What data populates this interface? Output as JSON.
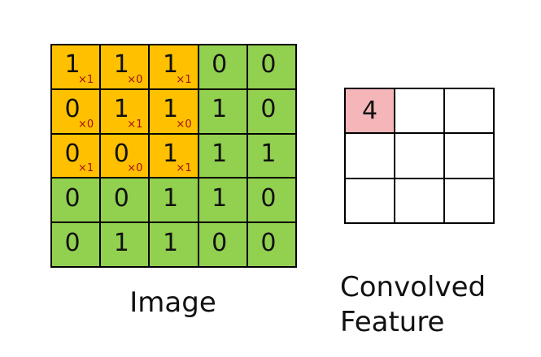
{
  "colors": {
    "kernel_region": "#ffc000",
    "image_cell": "#92d050",
    "weight_text": "#a01010",
    "conv_filled": "#f4b6b8",
    "conv_empty": "#ffffff"
  },
  "image": {
    "caption": "Image",
    "rows": [
      [
        {
          "value": "1",
          "weight": "×1",
          "in_kernel": true
        },
        {
          "value": "1",
          "weight": "×0",
          "in_kernel": true
        },
        {
          "value": "1",
          "weight": "×1",
          "in_kernel": true
        },
        {
          "value": "0",
          "weight": "",
          "in_kernel": false
        },
        {
          "value": "0",
          "weight": "",
          "in_kernel": false
        }
      ],
      [
        {
          "value": "0",
          "weight": "×0",
          "in_kernel": true
        },
        {
          "value": "1",
          "weight": "×1",
          "in_kernel": true
        },
        {
          "value": "1",
          "weight": "×0",
          "in_kernel": true
        },
        {
          "value": "1",
          "weight": "",
          "in_kernel": false
        },
        {
          "value": "0",
          "weight": "",
          "in_kernel": false
        }
      ],
      [
        {
          "value": "0",
          "weight": "×1",
          "in_kernel": true
        },
        {
          "value": "0",
          "weight": "×0",
          "in_kernel": true
        },
        {
          "value": "1",
          "weight": "×1",
          "in_kernel": true
        },
        {
          "value": "1",
          "weight": "",
          "in_kernel": false
        },
        {
          "value": "1",
          "weight": "",
          "in_kernel": false
        }
      ],
      [
        {
          "value": "0",
          "weight": "",
          "in_kernel": false
        },
        {
          "value": "0",
          "weight": "",
          "in_kernel": false
        },
        {
          "value": "1",
          "weight": "",
          "in_kernel": false
        },
        {
          "value": "1",
          "weight": "",
          "in_kernel": false
        },
        {
          "value": "0",
          "weight": "",
          "in_kernel": false
        }
      ],
      [
        {
          "value": "0",
          "weight": "",
          "in_kernel": false
        },
        {
          "value": "1",
          "weight": "",
          "in_kernel": false
        },
        {
          "value": "1",
          "weight": "",
          "in_kernel": false
        },
        {
          "value": "0",
          "weight": "",
          "in_kernel": false
        },
        {
          "value": "0",
          "weight": "",
          "in_kernel": false
        }
      ]
    ]
  },
  "convolved": {
    "caption_line1": "Convolved",
    "caption_line2": "Feature",
    "rows": [
      [
        {
          "value": "4",
          "filled": true
        },
        {
          "value": "",
          "filled": false
        },
        {
          "value": "",
          "filled": false
        }
      ],
      [
        {
          "value": "",
          "filled": false
        },
        {
          "value": "",
          "filled": false
        },
        {
          "value": "",
          "filled": false
        }
      ],
      [
        {
          "value": "",
          "filled": false
        },
        {
          "value": "",
          "filled": false
        },
        {
          "value": "",
          "filled": false
        }
      ]
    ]
  }
}
